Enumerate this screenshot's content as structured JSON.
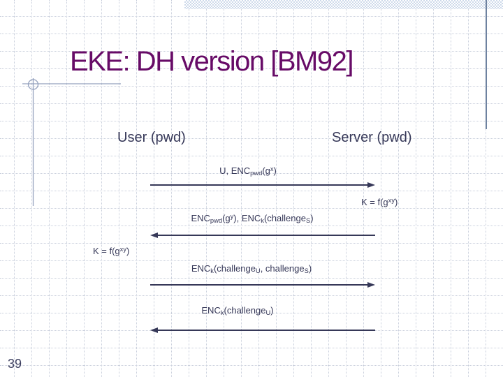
{
  "slide": {
    "title": "EKE: DH version [BM92]",
    "page_number": "39"
  },
  "participants": {
    "user": "User (pwd)",
    "server": "Server (pwd)"
  },
  "protocol": {
    "messages": [
      {
        "id": "msg-1",
        "direction": "right",
        "from": "User",
        "to": "Server",
        "parts": [
          {
            "t": "U, ENC"
          },
          {
            "t": "pwd",
            "s": "sub"
          },
          {
            "t": "(g"
          },
          {
            "t": "x",
            "s": "sup"
          },
          {
            "t": ")"
          }
        ]
      },
      {
        "id": "msg-2",
        "direction": "left",
        "from": "Server",
        "to": "User",
        "parts": [
          {
            "t": "ENC"
          },
          {
            "t": "pwd",
            "s": "sub"
          },
          {
            "t": "(g"
          },
          {
            "t": "y",
            "s": "sup"
          },
          {
            "t": "), ENC"
          },
          {
            "t": "k",
            "s": "sub"
          },
          {
            "t": "(challenge"
          },
          {
            "t": "S",
            "s": "sub"
          },
          {
            "t": ")"
          }
        ]
      },
      {
        "id": "msg-3",
        "direction": "right",
        "from": "User",
        "to": "Server",
        "parts": [
          {
            "t": "ENC"
          },
          {
            "t": "k",
            "s": "sub"
          },
          {
            "t": "(challenge"
          },
          {
            "t": "U",
            "s": "sub"
          },
          {
            "t": ", challenge"
          },
          {
            "t": "S",
            "s": "sub"
          },
          {
            "t": ")"
          }
        ]
      },
      {
        "id": "msg-4",
        "direction": "left",
        "from": "Server",
        "to": "User",
        "parts": [
          {
            "t": "ENC"
          },
          {
            "t": "k",
            "s": "sub"
          },
          {
            "t": "(challenge"
          },
          {
            "t": "U",
            "s": "sub"
          },
          {
            "t": ")"
          }
        ]
      }
    ],
    "key_notes": [
      {
        "id": "server-key",
        "side": "right",
        "parts": [
          {
            "t": "K = f(g"
          },
          {
            "t": "xy",
            "s": "sup"
          },
          {
            "t": ")"
          }
        ]
      },
      {
        "id": "user-key",
        "side": "left",
        "parts": [
          {
            "t": "K = f(g"
          },
          {
            "t": "xy",
            "s": "sup"
          },
          {
            "t": ")"
          }
        ]
      }
    ]
  },
  "colors": {
    "title_text": "#670b67",
    "body_text": "#363858",
    "arrow": "#363858",
    "grid_line": "#c9cfdc",
    "top_band": "#cdd9ea",
    "right_accent_line": "#6e82a0",
    "left_decoration_line": "#93a0bd",
    "background": "#ffffff"
  }
}
